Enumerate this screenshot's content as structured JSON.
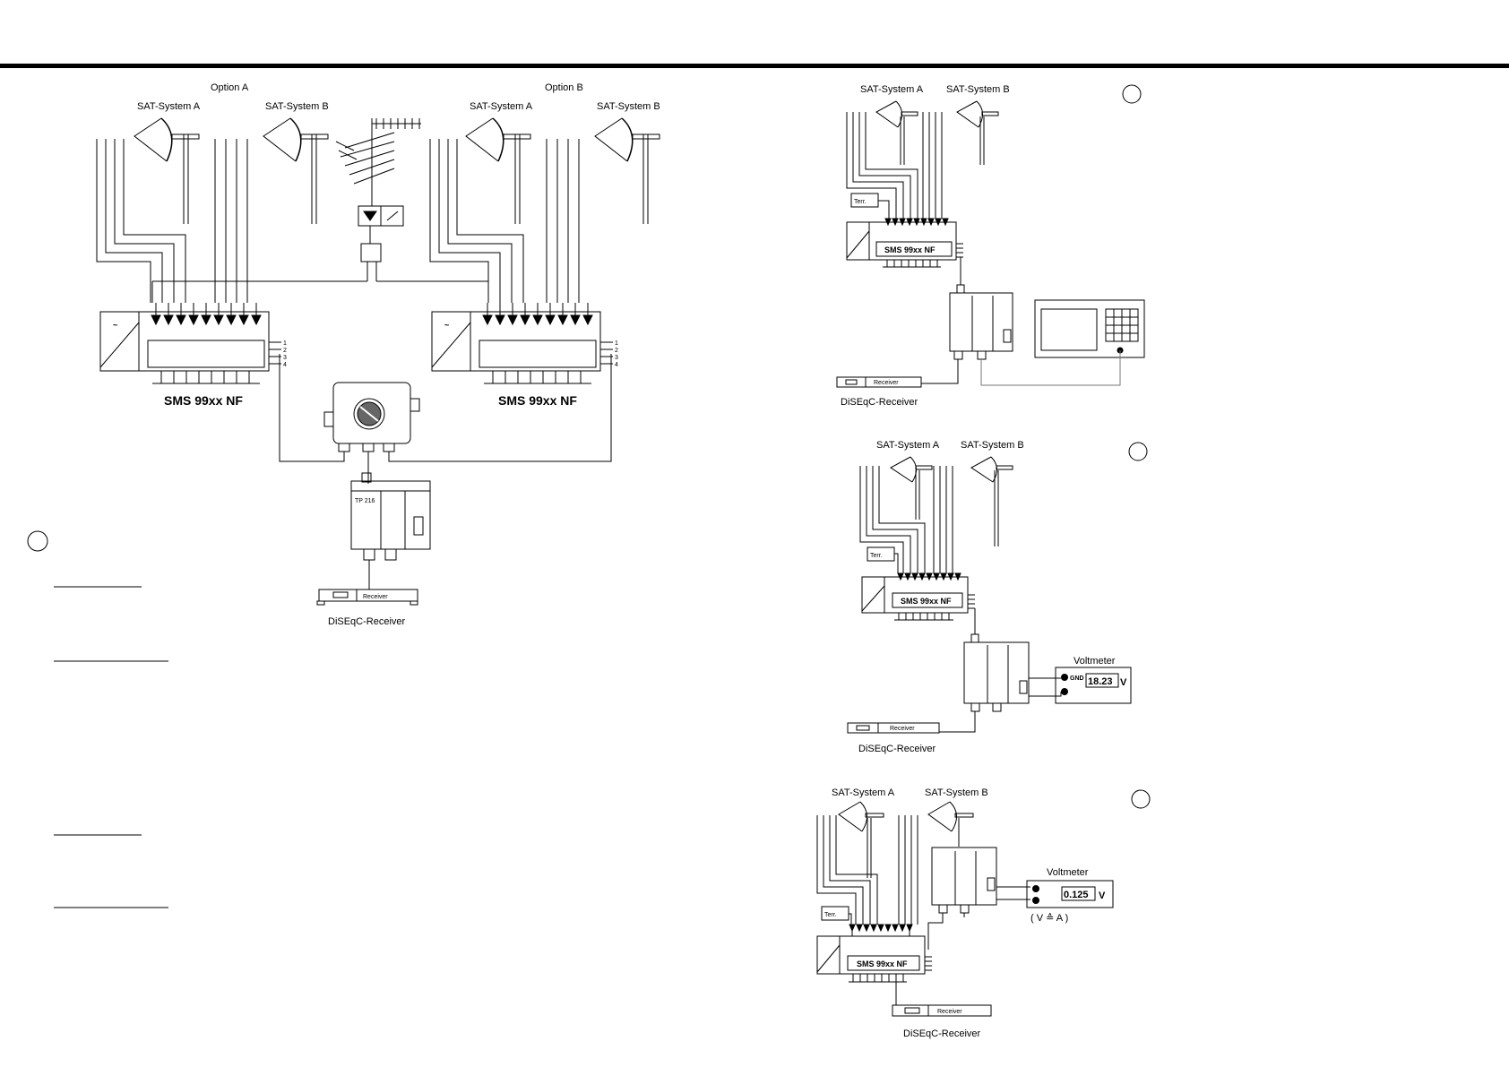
{
  "left": {
    "optionA": {
      "label": "Option A",
      "sysA": "SAT-System A",
      "sysB": "SAT-System B",
      "switchLabel": "SMS 99xx NF"
    },
    "optionB": {
      "label": "Option B",
      "sysA": "SAT-System A",
      "sysB": "SAT-System B",
      "switchLabel": "SMS 99xx NF"
    },
    "outputs": [
      "1",
      "2",
      "3",
      "4"
    ],
    "tester": "TP 216",
    "receiver": "Receiver",
    "diseqcReceiver": "DiSEqC-Receiver"
  },
  "panel1": {
    "sysA": "SAT-System A",
    "sysB": "SAT-System B",
    "terr": "Terr.",
    "switchLabel": "SMS 99xx NF",
    "receiver": "Receiver",
    "diseqcReceiver": "DiSEqC-Receiver"
  },
  "panel2": {
    "sysA": "SAT-System A",
    "sysB": "SAT-System B",
    "terr": "Terr.",
    "switchLabel": "SMS 99xx NF",
    "receiver": "Receiver",
    "diseqcReceiver": "DiSEqC-Receiver",
    "voltmeter": "Voltmeter",
    "gnd": "GND",
    "reading": "18.23",
    "unit": "V"
  },
  "panel3": {
    "sysA": "SAT-System A",
    "sysB": "SAT-System B",
    "terr": "Terr.",
    "switchLabel": "SMS 99xx NF",
    "receiver": "Receiver",
    "diseqcReceiver": "DiSEqC-Receiver",
    "voltmeter": "Voltmeter",
    "reading": "0.125",
    "unit": "V",
    "note": "( V ≙ A )"
  }
}
